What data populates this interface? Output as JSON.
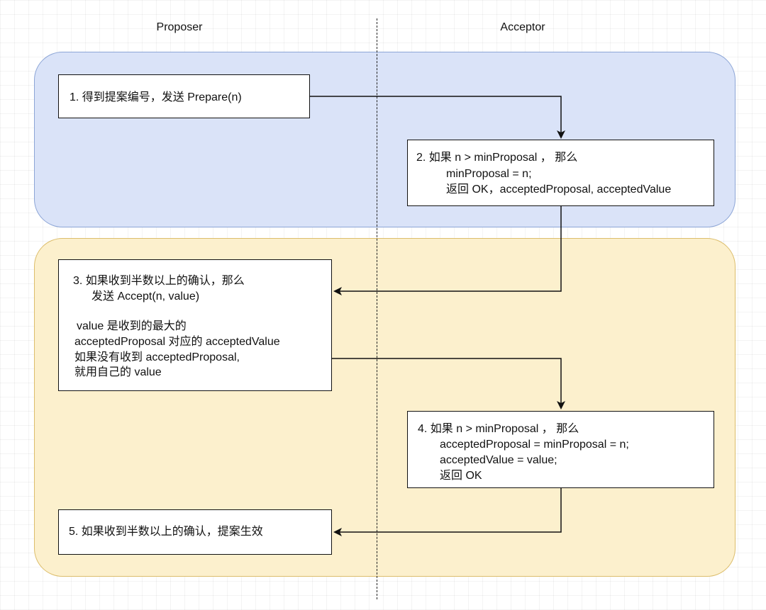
{
  "lanes": {
    "proposer": "Proposer",
    "acceptor": "Acceptor"
  },
  "phases": [
    {
      "name": "prepare-phase",
      "color": "#dae3f8"
    },
    {
      "name": "accept-phase",
      "color": "#fcf0cd"
    }
  ],
  "steps": {
    "step1": {
      "lines": [
        "1. 得到提案编号，发送 Prepare(n)"
      ]
    },
    "step2": {
      "lines": [
        "2. 如果 n > minProposal ， 那么",
        "minProposal = n;",
        "返回 OK，acceptedProposal, acceptedValue"
      ]
    },
    "step3": {
      "lines": [
        "3. 如果收到半数以上的确认，那么",
        "发送 Accept(n, value)",
        "value 是收到的最大的",
        "acceptedProposal 对应的 acceptedValue",
        "如果没有收到 acceptedProposal,",
        "就用自己的 value"
      ]
    },
    "step4": {
      "lines": [
        "4. 如果 n > minProposal ， 那么",
        "acceptedProposal = minProposal = n;",
        "acceptedValue = value;",
        "返回 OK"
      ]
    },
    "step5": {
      "lines": [
        "5. 如果收到半数以上的确认，提案生效"
      ]
    }
  }
}
